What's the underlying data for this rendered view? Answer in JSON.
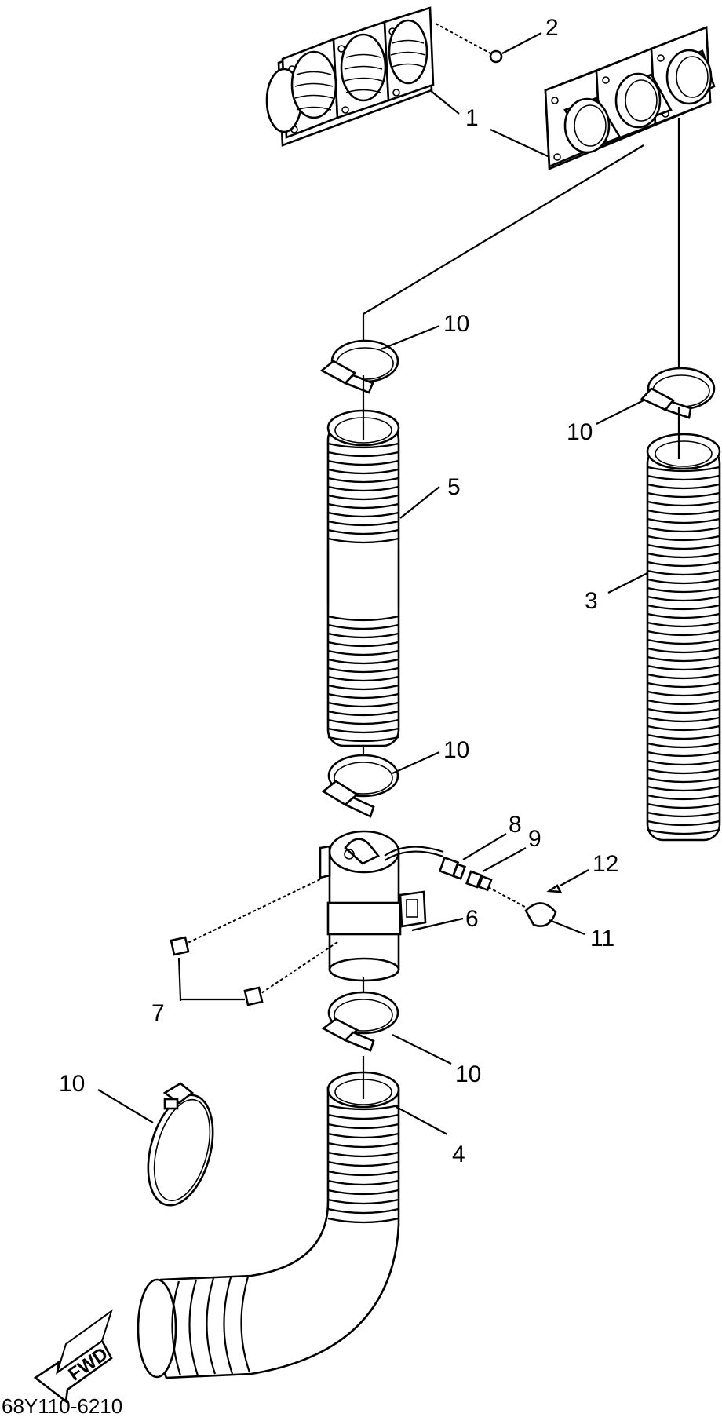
{
  "callouts": {
    "c1": "1",
    "c2": "2",
    "c3": "3",
    "c4": "4",
    "c5": "5",
    "c6": "6",
    "c7": "7",
    "c8": "8",
    "c9": "9",
    "c10a": "10",
    "c10b": "10",
    "c10c": "10",
    "c10d": "10",
    "c10e": "10",
    "c11": "11",
    "c12": "12"
  },
  "fwd_label": "FWD",
  "diagram_code": "68Y110-6210"
}
